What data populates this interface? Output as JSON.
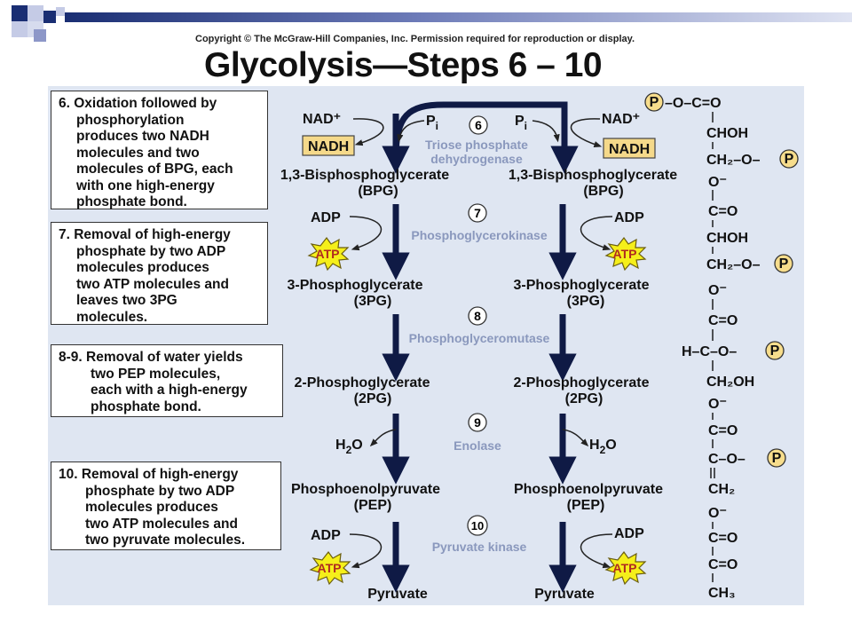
{
  "copyright": "Copyright © The McGraw-Hill Companies, Inc. Permission required for reproduction or display.",
  "title": "Glycolysis—Steps 6 – 10",
  "notes": [
    {
      "lines": [
        "6. Oxidation followed by",
        "phosphorylation",
        "produces two NADH",
        "molecules and two",
        "molecules of BPG, each",
        "with one high-energy",
        "phosphate bond."
      ]
    },
    {
      "lines": [
        "7. Removal of high-energy",
        "phosphate by two ADP",
        "molecules produces",
        "two ATP molecules and",
        "leaves two 3PG",
        "molecules."
      ]
    },
    {
      "lines": [
        "8-9. Removal of water yields",
        "two PEP molecules,",
        "each with a high-energy",
        "phosphate bond."
      ]
    },
    {
      "lines": [
        "10. Removal of high-energy",
        "phosphate by two ADP",
        "molecules produces",
        "two ATP molecules and",
        "two pyruvate molecules."
      ]
    }
  ],
  "steps": {
    "s6": {
      "num": "6",
      "enzyme": [
        "Triose phosphate",
        "dehydrogenase"
      ]
    },
    "s7": {
      "num": "7",
      "enzyme": [
        "Phosphoglycerokinase"
      ]
    },
    "s8": {
      "num": "8",
      "enzyme": [
        "Phosphoglyceromutase"
      ]
    },
    "s9": {
      "num": "9",
      "enzyme": [
        "Enolase"
      ]
    },
    "s10": {
      "num": "10",
      "enzyme": [
        "Pyruvate kinase"
      ]
    }
  },
  "molecules": {
    "bpg": [
      "1,3-Bisphosphoglycerate",
      "(BPG)"
    ],
    "pg3": [
      "3-Phosphoglycerate",
      "(3PG)"
    ],
    "pg2": [
      "2-Phosphoglycerate",
      "(2PG)"
    ],
    "pep": [
      "Phosphoenolpyruvate",
      "(PEP)"
    ],
    "pyruvate": "Pyruvate"
  },
  "cofactors": {
    "nad": "NAD⁺",
    "nadh": "NADH",
    "pi": "P",
    "pi_sub": "i",
    "adp": "ADP",
    "atp": "ATP",
    "h2o": "H",
    "h2o_sub": "2",
    "h2o_end": "O"
  },
  "structures": {
    "p": "P",
    "bpg": [
      "–O–C=O",
      "CHOH",
      "CH₂–O–",
      "O⁻"
    ],
    "pg3": [
      "C=O",
      "CHOH",
      "CH₂–O–",
      "O⁻"
    ],
    "pg2": [
      "C=O",
      "H–C–O–",
      "CH₂OH",
      "O⁻"
    ],
    "pep": [
      "C=O",
      "C–O–",
      "CH₂",
      "O⁻"
    ],
    "pyr": [
      "C=O",
      "C=O",
      "CH₃"
    ]
  },
  "colors": {
    "panel": "#dfe6f2",
    "arrow": "#0f1a45",
    "nadh_box": "#f5d98a",
    "phosphate": "#f7dd8c",
    "atp_star": "#f5ef1a",
    "enzyme_text": "#8a98bd"
  }
}
